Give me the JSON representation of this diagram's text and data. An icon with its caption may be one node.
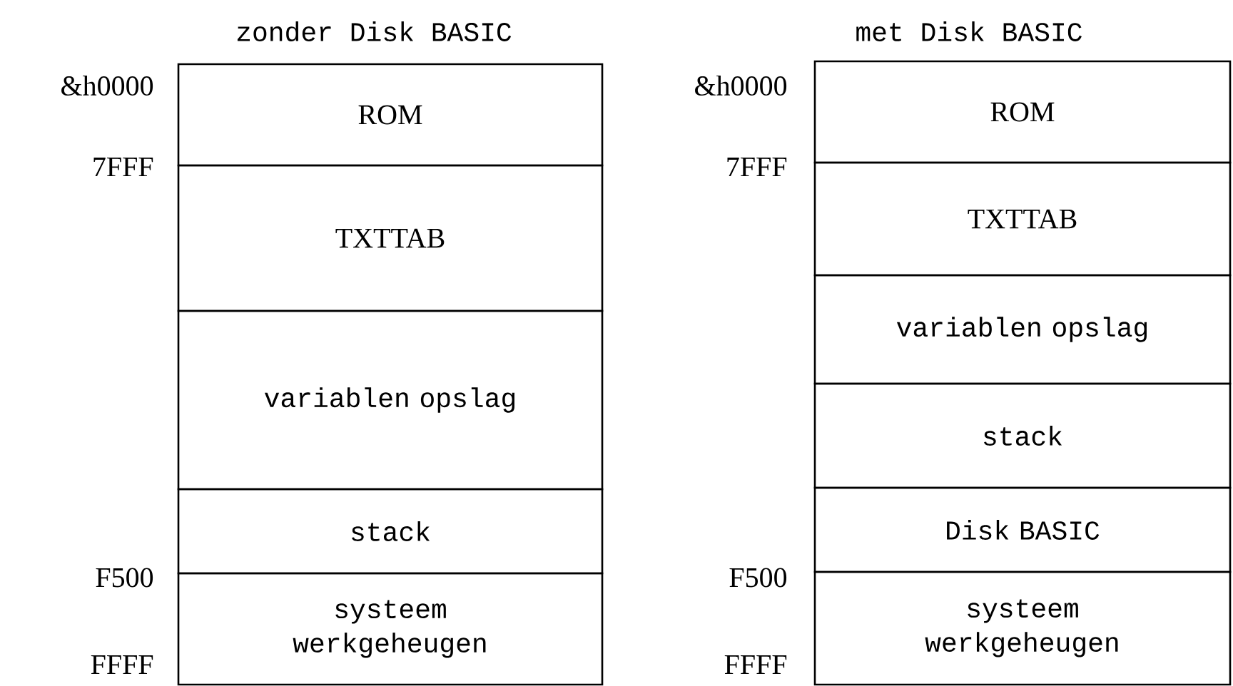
{
  "diagram": {
    "nodes": [
      {
        "text": [
          "ROM"
        ]
      },
      {
        "text": [
          "TXTTAB"
        ]
      },
      {
        "text": [
          "variablen opslag"
        ]
      },
      {
        "text": [
          "stack"
        ]
      },
      {
        "text": [
          "systeem werkgeheugen"
        ]
      },
      {
        "text": [
          "ROM"
        ]
      },
      {
        "text": [
          "TXTTAB"
        ]
      },
      {
        "text": [
          "variablen opslag"
        ]
      },
      {
        "text": [
          "stack"
        ]
      },
      {
        "text": [
          "Disk BASIC"
        ]
      },
      {
        "text": [
          "systeem werkgeheugen"
        ]
      }
    ],
    "labels": [
      "zonder Disk BASIC",
      "met Disk BASIC",
      "&h0000",
      "&h0000",
      "7FFF",
      "7FFF",
      "F500",
      "F500",
      "FFFF",
      "FFFF"
    ]
  }
}
